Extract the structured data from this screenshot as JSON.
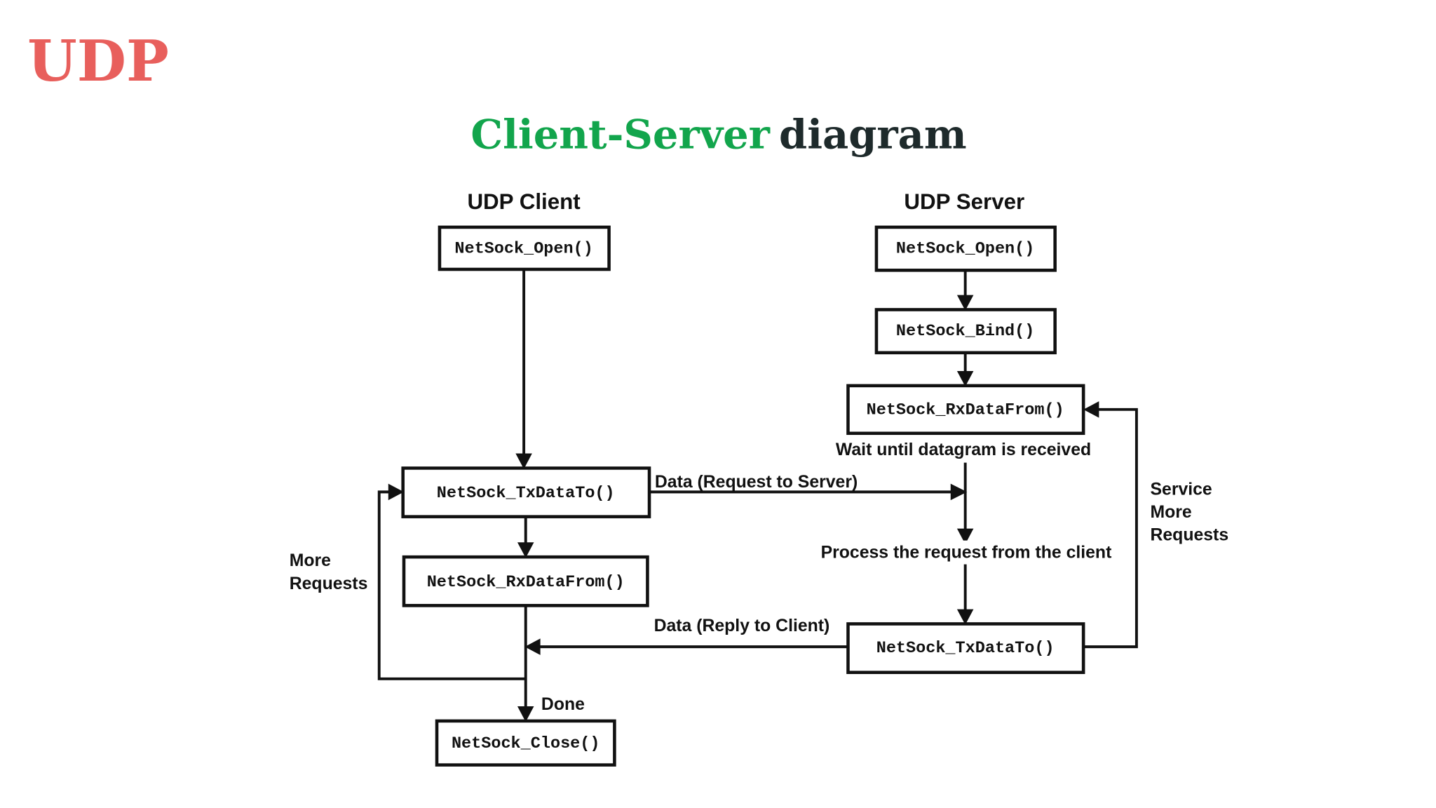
{
  "slide": {
    "title": "UDP",
    "subtitle_highlight": "Client-Server",
    "subtitle_rest": "diagram",
    "colors": {
      "title": "#e85f5c",
      "highlight": "#12a54c",
      "subtitle": "#1e2a2b"
    }
  },
  "diagram": {
    "client_header": "UDP Client",
    "server_header": "UDP Server",
    "boxes": {
      "client_open": "NetSock_Open()",
      "client_tx": "NetSock_TxDataTo()",
      "client_rx": "NetSock_RxDataFrom()",
      "client_close": "NetSock_Close()",
      "server_open": "NetSock_Open()",
      "server_bind": "NetSock_Bind()",
      "server_rx": "NetSock_RxDataFrom()",
      "server_tx": "NetSock_TxDataTo()"
    },
    "labels": {
      "wait": "Wait until datagram is received",
      "request": "Data (Request to Server)",
      "process": "Process the request from the client",
      "reply": "Data (Reply to Client)",
      "done": "Done",
      "more_requests_1": "More",
      "more_requests_2": "Requests",
      "service_1": "Service",
      "service_2": "More",
      "service_3": "Requests"
    }
  }
}
